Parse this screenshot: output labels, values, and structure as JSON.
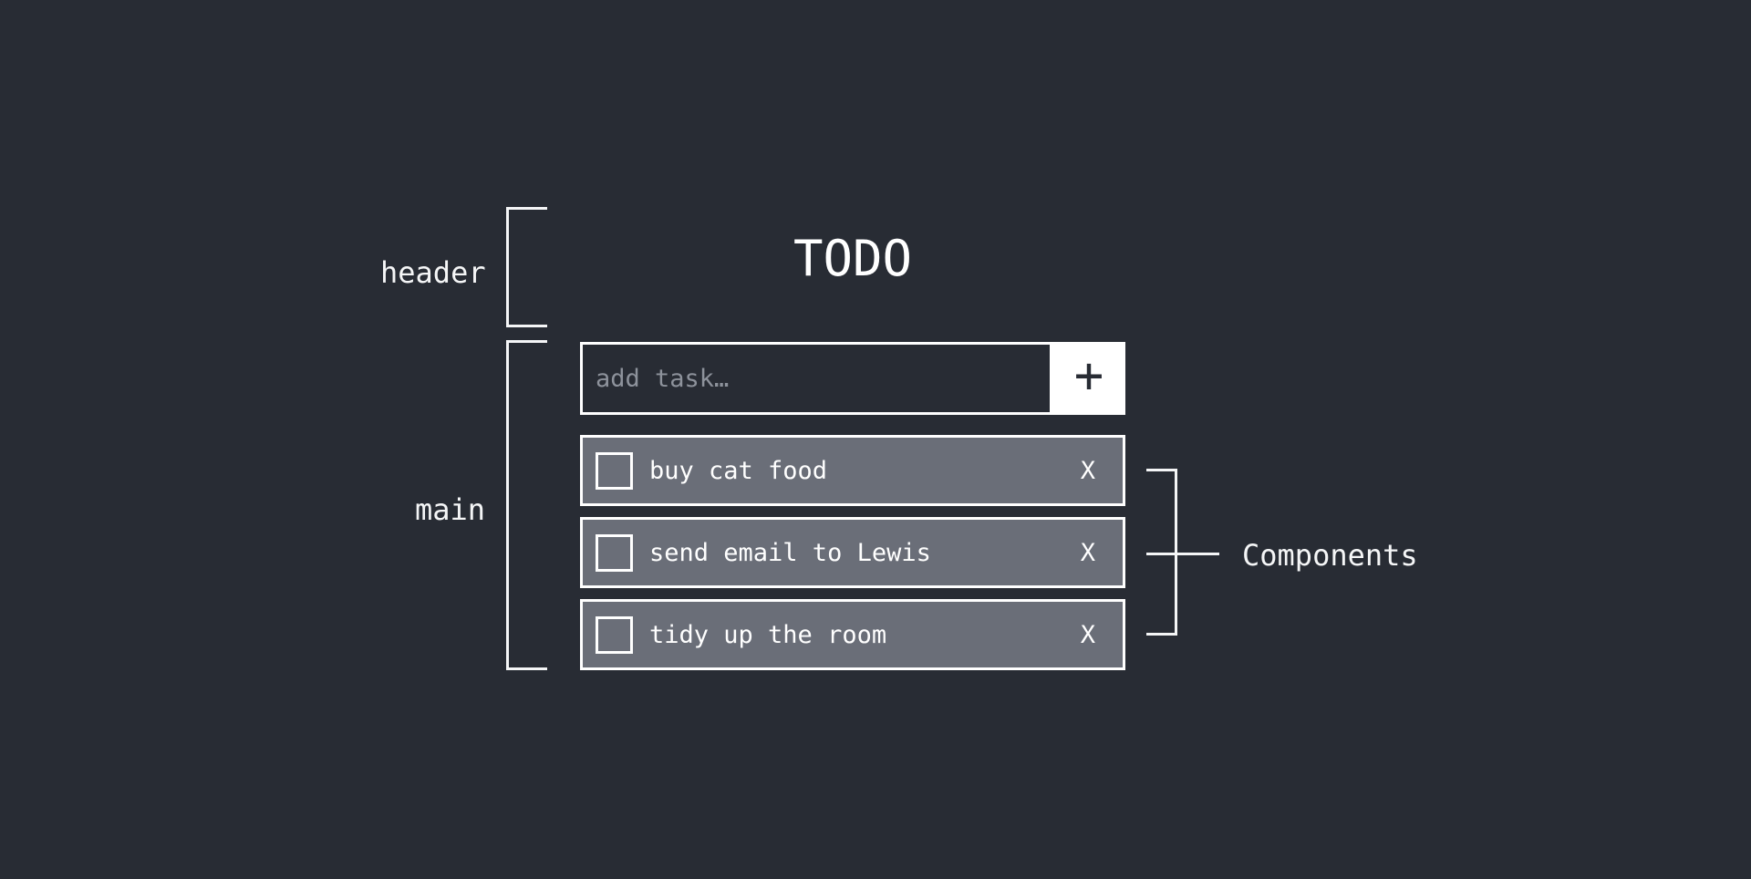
{
  "app": {
    "title": "TODO",
    "input": {
      "placeholder": "add task…",
      "add_button_label": "+"
    },
    "todos": [
      {
        "label": "buy cat food",
        "remove_label": "X"
      },
      {
        "label": "send email to Lewis",
        "remove_label": "X"
      },
      {
        "label": "tidy up the room",
        "remove_label": "X"
      }
    ]
  },
  "annotations": {
    "header_label": "header",
    "main_label": "main",
    "components_label": "Components"
  },
  "colors": {
    "background": "#282c34",
    "todo_item_background": "#6a6e78",
    "line_and_text": "#f5f6f7",
    "placeholder_text": "#8d929b",
    "button_background": "#ffffff"
  }
}
